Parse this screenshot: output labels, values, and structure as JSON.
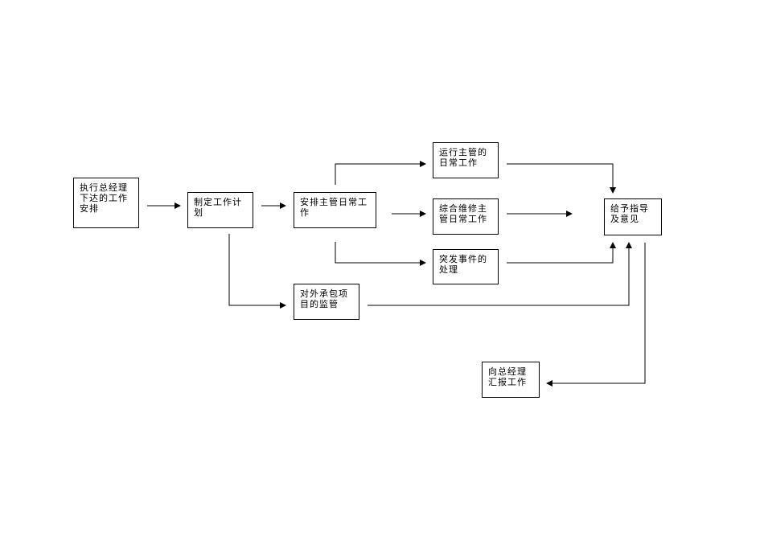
{
  "diagram": {
    "nodes": {
      "execute": "执行总经理下达的工作安排",
      "plan": "制定工作计划",
      "arrange": "安排主管日常工作",
      "ops": "运行主管的日常工作",
      "maint": "综合维修主管日常工作",
      "emergency": "突发事件的处理",
      "outsource": "对外承包项目的监管",
      "guide": "给予指导及意见",
      "report": "向总经理汇报工作"
    },
    "edges": [
      {
        "from": "execute",
        "to": "plan"
      },
      {
        "from": "plan",
        "to": "arrange"
      },
      {
        "from": "plan",
        "to": "outsource"
      },
      {
        "from": "arrange",
        "to": "ops"
      },
      {
        "from": "arrange",
        "to": "maint"
      },
      {
        "from": "arrange",
        "to": "emergency"
      },
      {
        "from": "ops",
        "to": "guide"
      },
      {
        "from": "maint",
        "to": "guide"
      },
      {
        "from": "emergency",
        "to": "guide"
      },
      {
        "from": "outsource",
        "to": "guide"
      },
      {
        "from": "guide",
        "to": "report"
      }
    ]
  }
}
